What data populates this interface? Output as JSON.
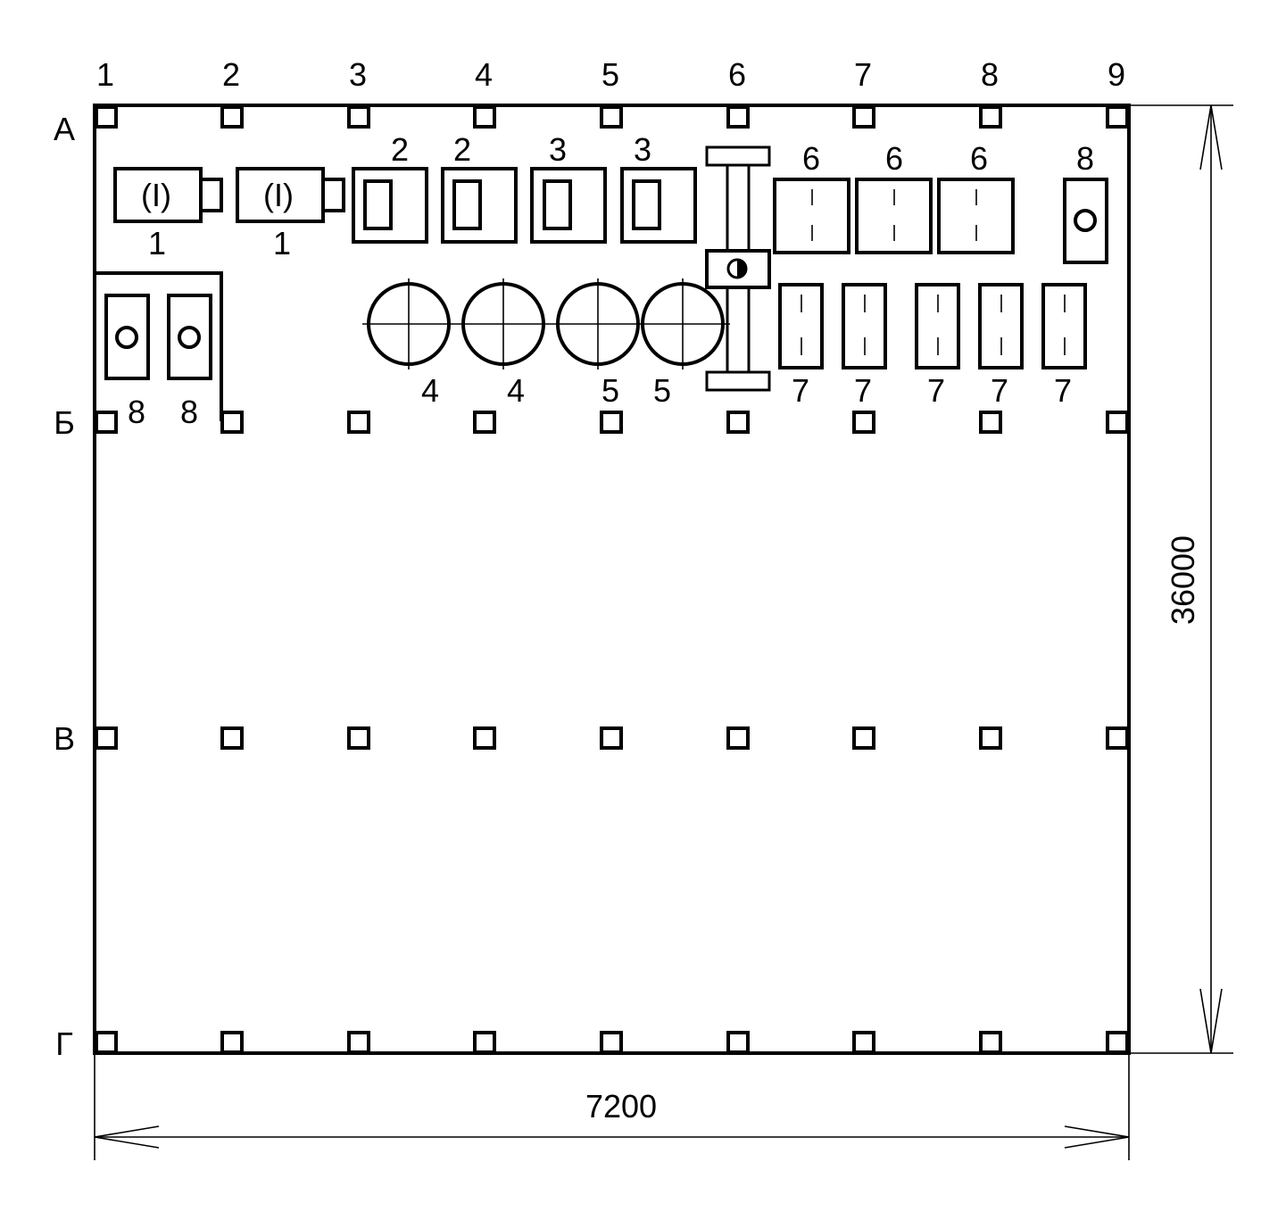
{
  "axes": {
    "columns": [
      "1",
      "2",
      "3",
      "4",
      "5",
      "6",
      "7",
      "8",
      "9"
    ],
    "rows": [
      "А",
      "Б",
      "В",
      "Г"
    ]
  },
  "dimensions": {
    "width": "7200",
    "height": "36000"
  },
  "labels": {
    "item_1": "1",
    "item_2": "2",
    "item_3": "3",
    "item_4": "4",
    "item_5": "5",
    "item_6": "6",
    "item_7": "7",
    "item_8": "8",
    "motor_mark": "(I)"
  },
  "colors": {
    "ink": "#000000",
    "paper": "#ffffff"
  }
}
